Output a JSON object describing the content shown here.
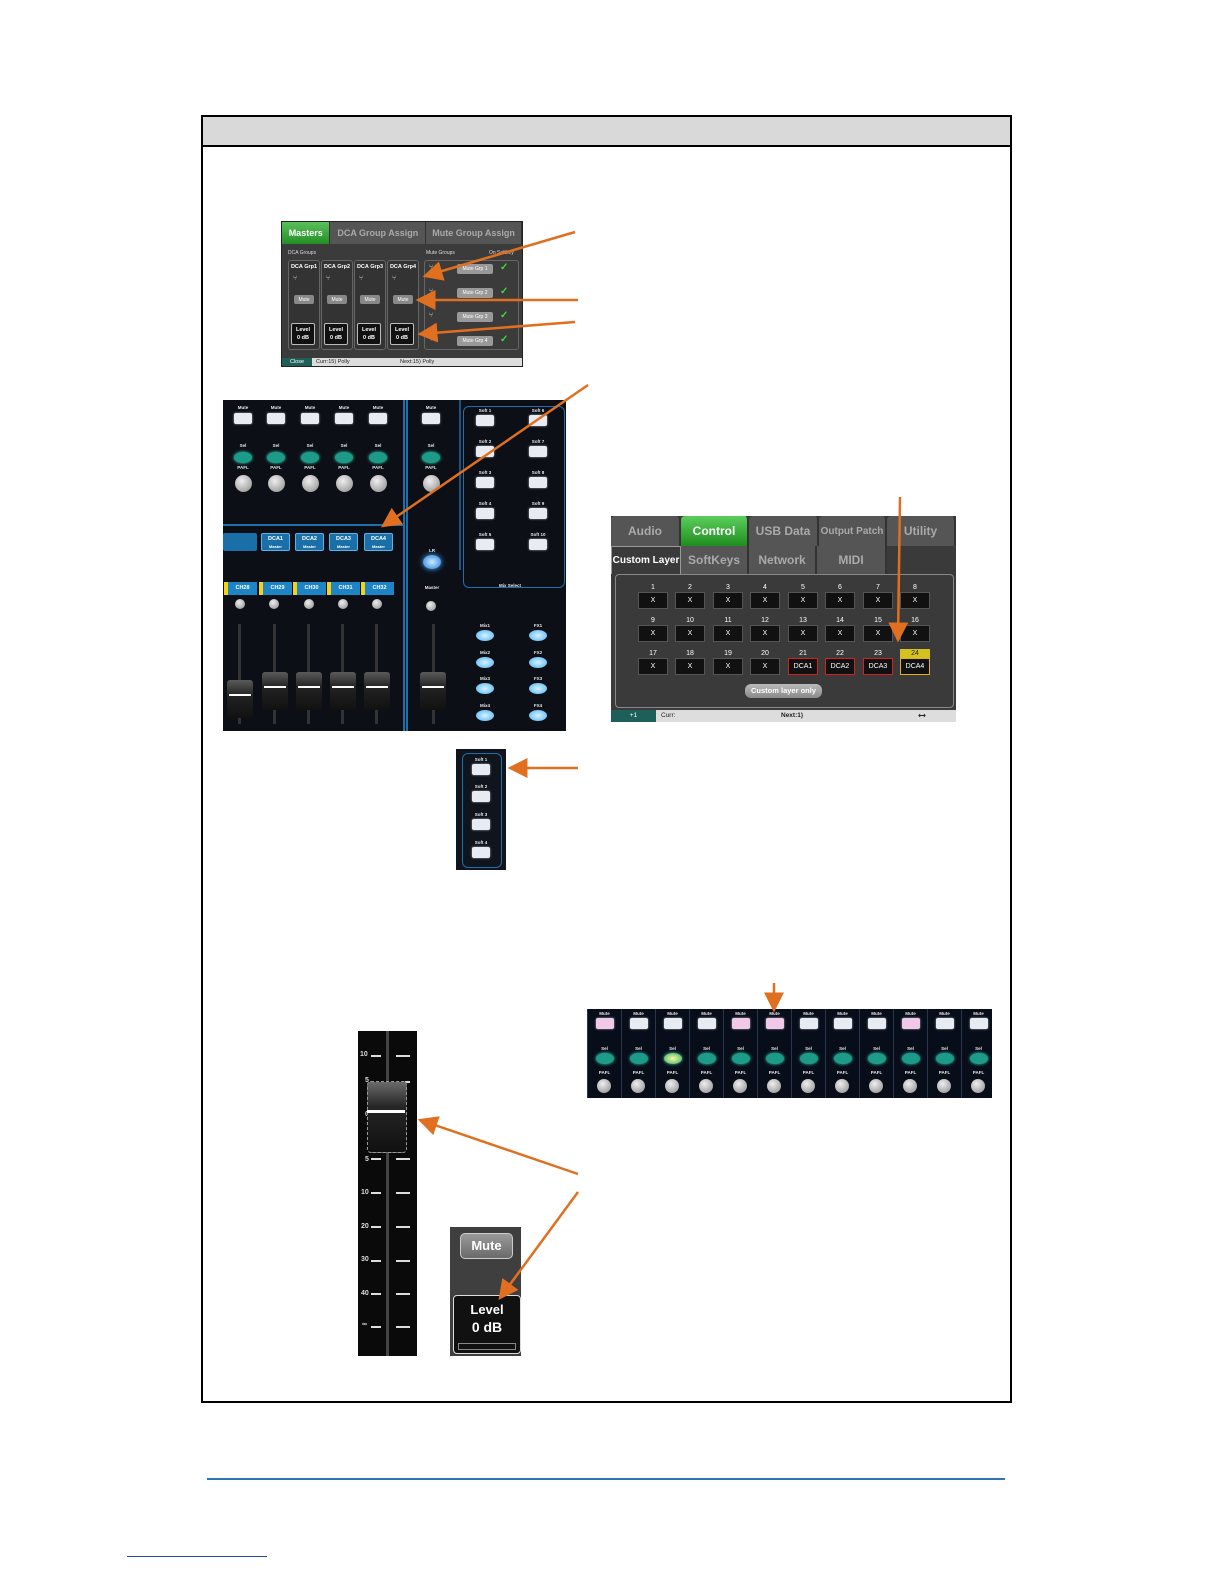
{
  "masters_screen": {
    "tabs": [
      "Masters",
      "DCA Group Assign",
      "Mute Group Assign"
    ],
    "dca_groups_label": "DCA Groups",
    "mute_groups_label": "Mute Groups",
    "on_softkey_label": "On Softkey",
    "dca": [
      {
        "name": "DCA Grp1",
        "mute": "Mute",
        "level_label": "Level",
        "level_value": "0 dB"
      },
      {
        "name": "DCA Grp2",
        "mute": "Mute",
        "level_label": "Level",
        "level_value": "0 dB"
      },
      {
        "name": "DCA Grp3",
        "mute": "Mute",
        "level_label": "Level",
        "level_value": "0 dB"
      },
      {
        "name": "DCA Grp4",
        "mute": "Mute",
        "level_label": "Level",
        "level_value": "0 dB"
      }
    ],
    "mute_groups": [
      "Mute Grp 1",
      "Mute Grp 2",
      "Mute Grp 3",
      "Mute Grp 4"
    ],
    "status_close": "Close",
    "status_curr": "Curr:15) Polly",
    "status_next": "Next:15) Polly"
  },
  "console": {
    "mute_label": "Mute",
    "sel_label": "Sel",
    "pafl_label": "PAFL",
    "dca_buttons": [
      {
        "name": "DCA1",
        "sub": "Master"
      },
      {
        "name": "DCA2",
        "sub": "Master"
      },
      {
        "name": "DCA3",
        "sub": "Master"
      },
      {
        "name": "DCA4",
        "sub": "Master"
      }
    ],
    "channels": [
      "CH28",
      "CH29",
      "CH30",
      "CH31",
      "CH32"
    ],
    "lr_label": "LR",
    "master_label": "Master",
    "mix_select_label": "Mix Select",
    "softkeys_left": [
      "Soft 1",
      "Soft 2",
      "Soft 3",
      "Soft 4",
      "Soft 5"
    ],
    "softkeys_right": [
      "Soft 6",
      "Soft 7",
      "Soft 8",
      "Soft 9",
      "Soft 10"
    ],
    "mixes": [
      "Mix1",
      "Mix2",
      "Mix3",
      "Mix4"
    ],
    "fx": [
      "FX1",
      "FX2",
      "FX3",
      "FX4"
    ]
  },
  "control_screen": {
    "tabs": [
      "Audio",
      "Control",
      "USB Data",
      "Output Patch",
      "Utility"
    ],
    "subtabs": [
      "Custom Layer",
      "SoftKeys",
      "Network",
      "MIDI"
    ],
    "cells": [
      {
        "n": "1",
        "v": "X"
      },
      {
        "n": "2",
        "v": "X"
      },
      {
        "n": "3",
        "v": "X"
      },
      {
        "n": "4",
        "v": "X"
      },
      {
        "n": "5",
        "v": "X"
      },
      {
        "n": "6",
        "v": "X"
      },
      {
        "n": "7",
        "v": "X"
      },
      {
        "n": "8",
        "v": "X"
      },
      {
        "n": "9",
        "v": "X"
      },
      {
        "n": "10",
        "v": "X"
      },
      {
        "n": "11",
        "v": "X"
      },
      {
        "n": "12",
        "v": "X"
      },
      {
        "n": "13",
        "v": "X"
      },
      {
        "n": "14",
        "v": "X"
      },
      {
        "n": "15",
        "v": "X"
      },
      {
        "n": "16",
        "v": "X"
      },
      {
        "n": "17",
        "v": "X"
      },
      {
        "n": "18",
        "v": "X"
      },
      {
        "n": "19",
        "v": "X"
      },
      {
        "n": "20",
        "v": "X"
      },
      {
        "n": "21",
        "v": "DCA1"
      },
      {
        "n": "22",
        "v": "DCA2"
      },
      {
        "n": "23",
        "v": "DCA3"
      },
      {
        "n": "24",
        "v": "DCA4"
      }
    ],
    "custom_layer_only": "Custom layer only",
    "status_left": "+1",
    "status_curr": "Curr:",
    "status_next": "Next:1)",
    "usb_icon": "usb-icon"
  },
  "soft_strip": [
    "Soft 1",
    "Soft 2",
    "Soft 3",
    "Soft 4"
  ],
  "mute_row": {
    "mute_label": "Mute",
    "sel_label": "Sel",
    "pafl_label": "PAFL",
    "count": 12
  },
  "fader": {
    "scale": [
      "10",
      "5",
      "0",
      "5",
      "10",
      "20",
      "30",
      "40",
      "∞"
    ]
  },
  "mute_level_closeup": {
    "mute": "Mute",
    "level_label": "Level",
    "level_value": "0 dB"
  },
  "colors": {
    "arrow": "#e07020",
    "active_tab_green": "#2ea22e",
    "dca_blue": "#1a6fa8",
    "footer_rule": "#2e75b6"
  }
}
